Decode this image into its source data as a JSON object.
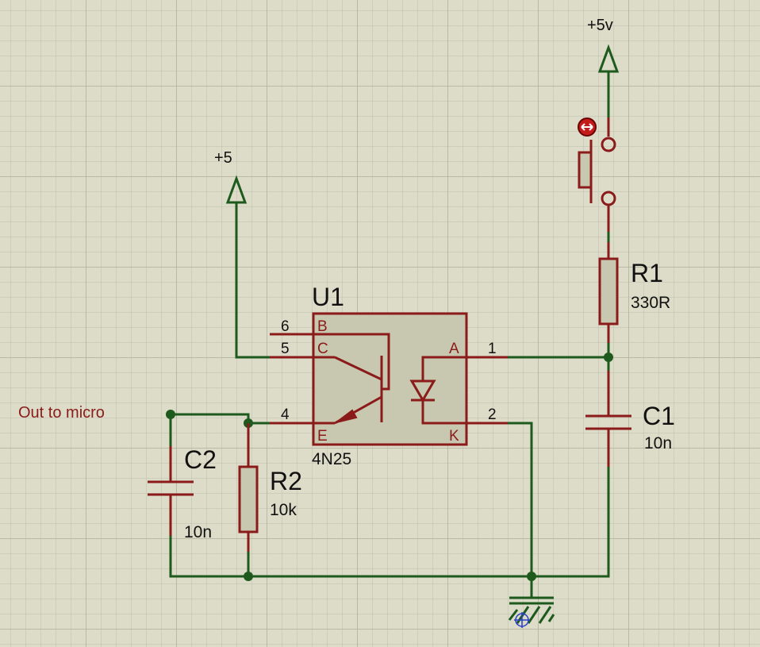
{
  "power": {
    "top": "+5v",
    "left": "+5"
  },
  "net_label": "Out to micro",
  "u1": {
    "ref": "U1",
    "part": "4N25",
    "pins": [
      {
        "num": "6",
        "name": "B"
      },
      {
        "num": "5",
        "name": "C"
      },
      {
        "num": "4",
        "name": "E"
      },
      {
        "num": "1",
        "name": "A"
      },
      {
        "num": "2",
        "name": "K"
      }
    ]
  },
  "r1": {
    "ref": "R1",
    "value": "330R"
  },
  "r2": {
    "ref": "R2",
    "value": "10k"
  },
  "c1": {
    "ref": "C1",
    "value": "10n"
  },
  "c2": {
    "ref": "C2",
    "value": "10n"
  },
  "colors": {
    "wire": "#1e5a1e",
    "component": "#8b1a1a",
    "fill": "#c8c8b0",
    "background": "#dcdcc8"
  }
}
